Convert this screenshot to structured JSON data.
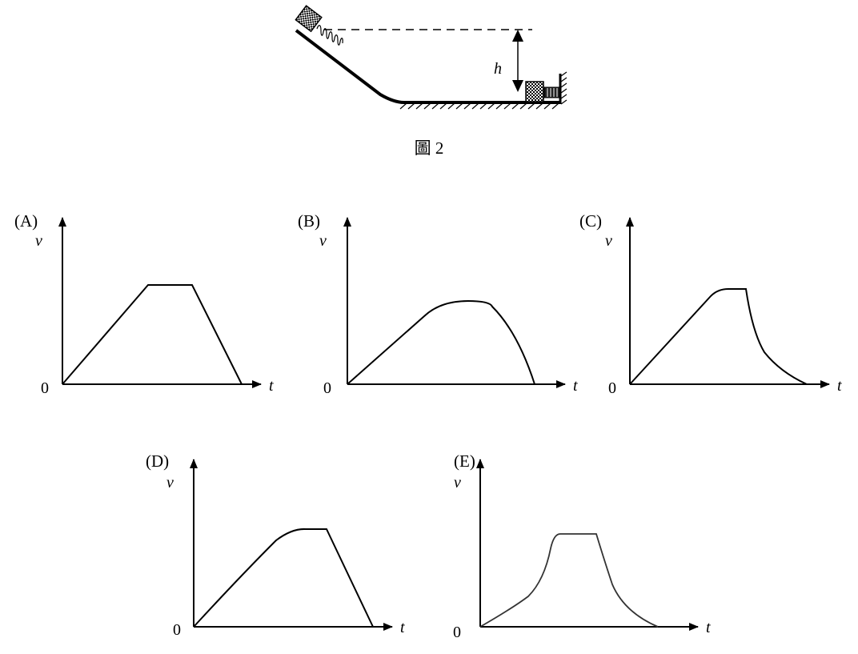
{
  "figure": {
    "caption": "圖 2",
    "height_label": "h"
  },
  "graphs": [
    {
      "id": "A",
      "label": "(A)",
      "y_label": "v",
      "x_label": "t",
      "origin_label": "0"
    },
    {
      "id": "B",
      "label": "(B)",
      "y_label": "v",
      "x_label": "t",
      "origin_label": "0"
    },
    {
      "id": "C",
      "label": "(C)",
      "y_label": "v",
      "x_label": "t",
      "origin_label": "0"
    },
    {
      "id": "D",
      "label": "(D)",
      "y_label": "v",
      "x_label": "t",
      "origin_label": "0"
    },
    {
      "id": "E",
      "label": "(E)",
      "y_label": "v",
      "x_label": "t",
      "origin_label": "0"
    }
  ],
  "colors": {
    "ink": "#000000",
    "graph_curve_E": "#333333",
    "paper": "#ffffff"
  }
}
